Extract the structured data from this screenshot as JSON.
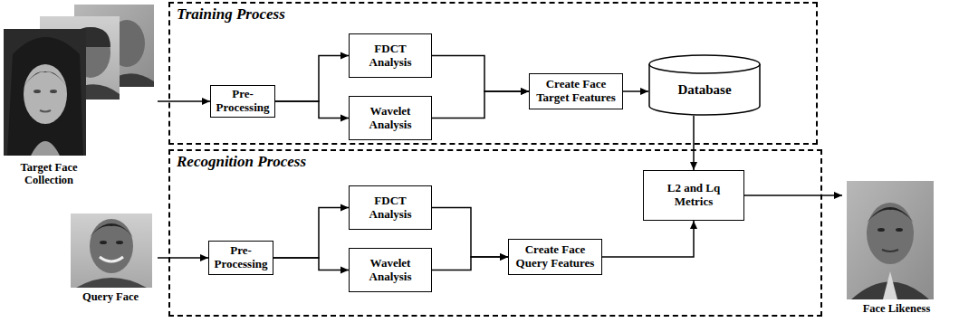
{
  "diagram": {
    "nodes": [
      {
        "text": [
          "Target Face Collection"
        ]
      },
      {
        "text": [
          "Training Process"
        ]
      },
      {
        "text": [
          "Pre-Processing"
        ],
        "in": 1
      },
      {
        "text": [
          "FDCT Analysis"
        ],
        "in": 1
      },
      {
        "text": [
          "Wavelet Analysis"
        ],
        "in": 1
      },
      {
        "text": [
          "Create Face Target Features"
        ],
        "in": 1
      },
      {
        "text": [
          "Database"
        ],
        "in": 1
      },
      {
        "text": [
          "Recognition Process"
        ]
      },
      {
        "text": [
          "L2 and Lq Metrics"
        ],
        "in": 7
      },
      {
        "text": [
          "Query Face"
        ]
      },
      {
        "text": [
          "Pre-Processing"
        ],
        "in": 7
      },
      {
        "text": [
          "FDCT Analysis"
        ],
        "in": 7
      },
      {
        "text": [
          "Wavelet Analysis"
        ],
        "in": 7
      },
      {
        "text": [
          "Create Face Query Features"
        ],
        "in": 7
      },
      {
        "text": [
          "Face Likeness"
        ]
      }
    ],
    "edges": [
      {
        "from": 0,
        "to": 2,
        "arrow": "to"
      },
      {
        "from": 2,
        "to": 3,
        "arrow": "to"
      },
      {
        "from": 2,
        "to": 4,
        "arrow": "to"
      },
      {
        "from": 3,
        "to": 5,
        "arrow": "to"
      },
      {
        "from": 4,
        "to": 5,
        "arrow": "to"
      },
      {
        "from": 5,
        "to": 6,
        "arrow": "to"
      },
      {
        "from": 6,
        "to": 8,
        "arrow": "to"
      },
      {
        "from": 9,
        "to": 10,
        "arrow": "to"
      },
      {
        "from": 10,
        "to": 11,
        "arrow": "to"
      },
      {
        "from": 10,
        "to": 12,
        "arrow": "to"
      },
      {
        "from": 11,
        "to": 13,
        "arrow": "to"
      },
      {
        "from": 12,
        "to": 13,
        "arrow": "to"
      },
      {
        "from": 13,
        "to": 8,
        "arrow": "to"
      },
      {
        "from": 8,
        "to": 14,
        "arrow": "to"
      }
    ]
  }
}
